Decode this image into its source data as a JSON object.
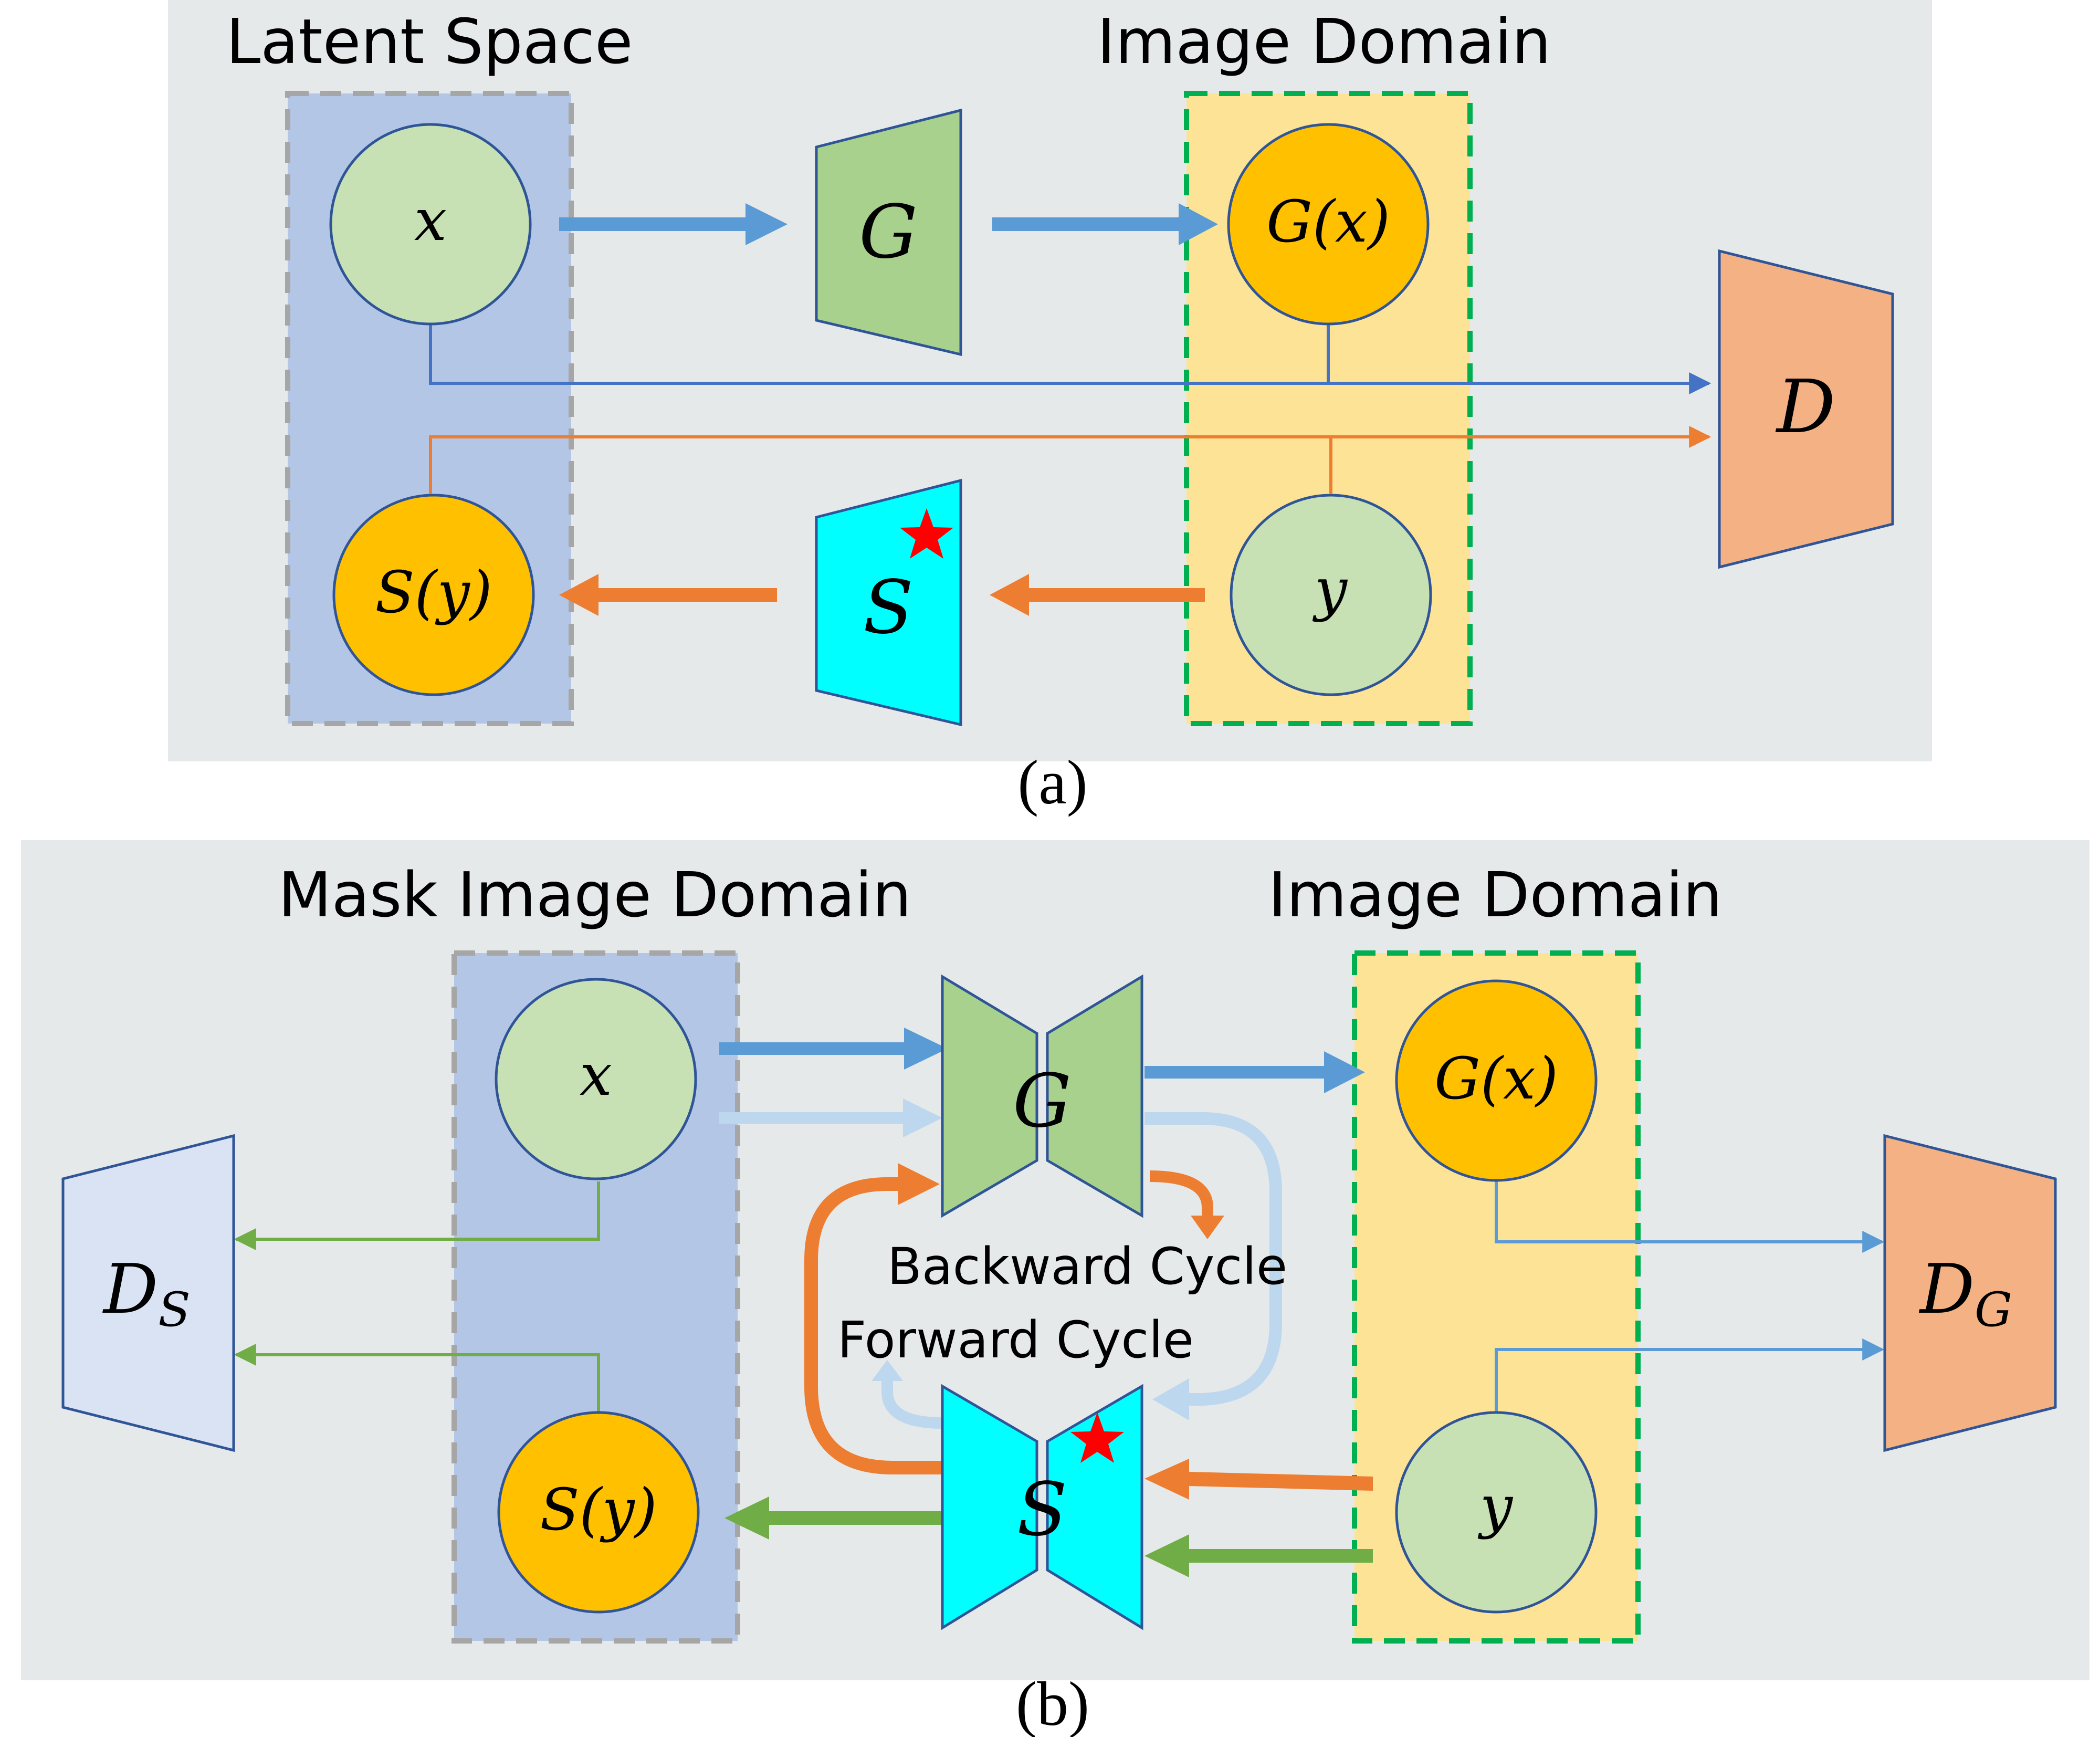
{
  "panel_a": {
    "caption": "(a)",
    "latent_title": "Latent Space",
    "image_title": "Image Domain",
    "x_label": "x",
    "gx_label": "G(x)",
    "y_label": "y",
    "sy_label": "S(y)",
    "g_label": "G",
    "s_label": "S",
    "d_label": "D"
  },
  "panel_b": {
    "caption": "(b)",
    "mask_title": "Mask Image Domain",
    "image_title": "Image Domain",
    "x_label": "x",
    "gx_label": "G(x)",
    "y_label": "y",
    "sy_label": "S(y)",
    "g_label": "G",
    "s_label": "S",
    "ds_label": "D",
    "ds_sub": "S",
    "dg_label": "D",
    "dg_sub": "G",
    "backward_label": "Backward Cycle",
    "forward_label": "Forward Cycle"
  },
  "colors": {
    "panel_bg": "#e6e9e9",
    "latent_box": "#b3c6e6",
    "image_box": "#fde396",
    "circle_green": "#c7e0b4",
    "circle_orange": "#ffc000",
    "generator": "#a8d18d",
    "segmenter": "#00ffff",
    "disc_orange": "#f4b183",
    "disc_blue": "#dae3f3",
    "arrow_blue": "#5b9bd5",
    "arrow_light_blue": "#bdd7ee",
    "arrow_orange": "#ed7d31",
    "arrow_green": "#70ad47",
    "star_red": "#ff0000",
    "dashed_green": "#00b050",
    "dashed_gray": "#a6a6a6"
  }
}
